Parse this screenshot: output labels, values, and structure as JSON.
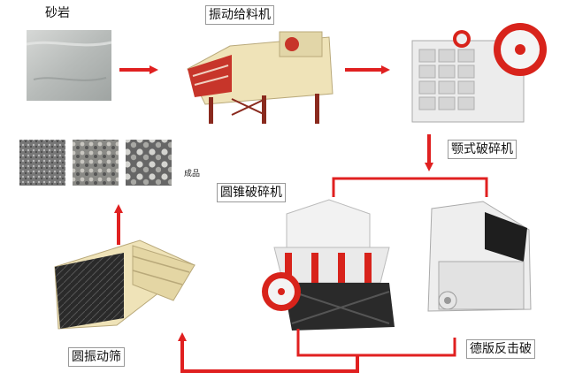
{
  "labels": {
    "sandstone": "砂岩",
    "vibrating_feeder": "振动给料机",
    "jaw_crusher": "颚式破碎机",
    "cone_crusher": "圆锥破碎机",
    "impact_crusher": "德版反击破",
    "circular_screen": "圆振动筛",
    "finished_product": "成品"
  },
  "colors": {
    "arrow": "#e02020",
    "machine_cream": "#efe3b8",
    "machine_white": "#ececec",
    "machine_red": "#d8231b",
    "machine_dark": "#2a2a2a"
  }
}
